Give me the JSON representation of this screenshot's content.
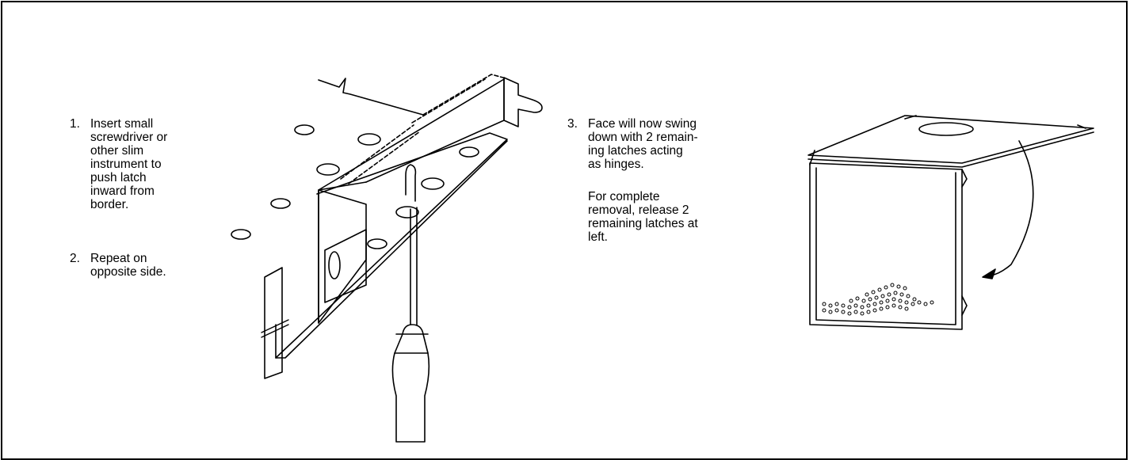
{
  "steps": [
    {
      "number": "1.",
      "text": "Insert small\nscrewdriver or\nother slim\ninstrument to\npush latch\ninward from\nborder."
    },
    {
      "number": "2.",
      "text": "Repeat on\nopposite side."
    },
    {
      "number": "3.",
      "text": "Face will now swing\ndown with 2 remain-\ning latches acting\nas hinges."
    }
  ],
  "note": "For complete\nremoval, release 2\nremaining latches at\nleft."
}
